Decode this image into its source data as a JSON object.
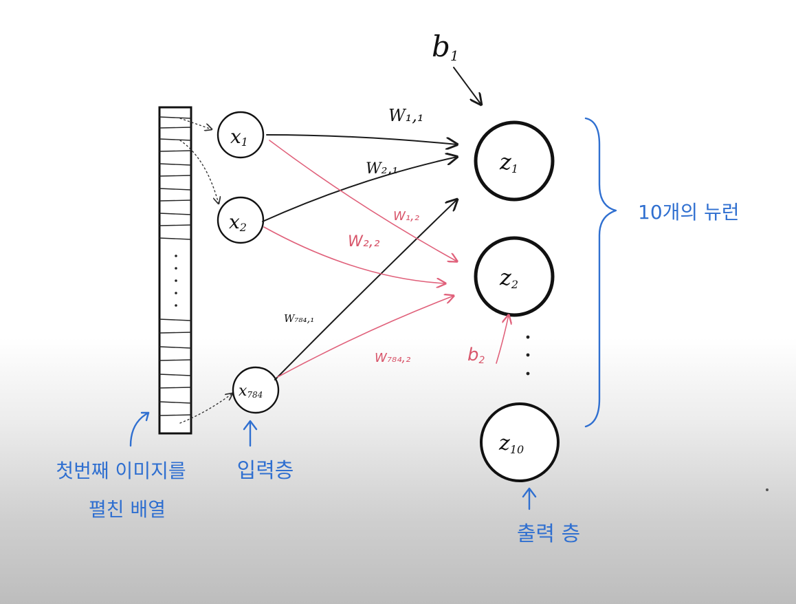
{
  "labels": {
    "bias_1": "b",
    "bias_1_sub": "1",
    "bias_2": "b",
    "bias_2_sub": "2",
    "w11": "W₁,₁",
    "w21": "W₂,₁",
    "w12": "W₁,₂",
    "w22": "W₂,₂",
    "w784_1": "W₇₈₄,₁",
    "w784_2": "W₇₈₄,₂",
    "ten_neurons": "10개의 뉴런",
    "flattened_array_line1": "첫번째 이미지를",
    "flattened_array_line2": "펼친 배열",
    "input_layer": "입력층",
    "output_layer": "출력 층"
  },
  "nodes": {
    "inputs": [
      {
        "base": "x",
        "sub": "1"
      },
      {
        "base": "x",
        "sub": "2"
      },
      {
        "base": "x",
        "sub": "784"
      }
    ],
    "outputs": [
      {
        "base": "z",
        "sub": "1"
      },
      {
        "base": "z",
        "sub": "2"
      },
      {
        "base": "z",
        "sub": "10"
      }
    ]
  },
  "colors": {
    "ink": "#1a1a1a",
    "red_ink": "#e0607a",
    "blue_ink": "#2f6fd0"
  }
}
